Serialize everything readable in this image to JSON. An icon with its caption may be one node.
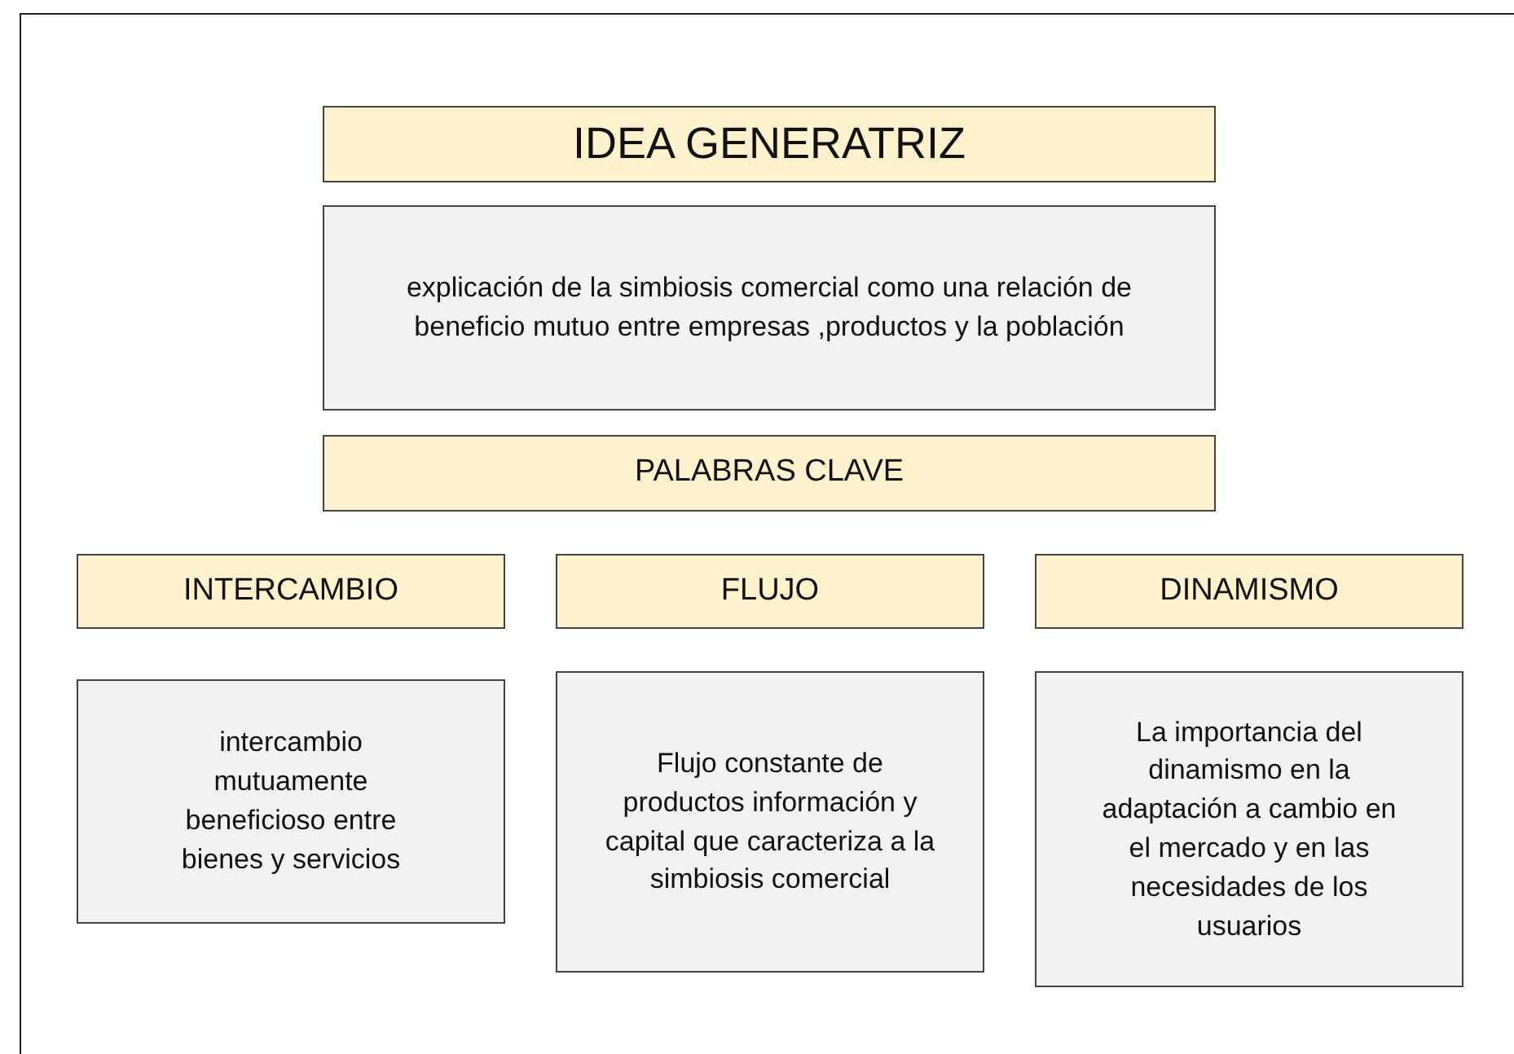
{
  "diagram": {
    "nodes": [
      {
        "text": [
          "IDEA GENERATRIZ"
        ]
      },
      {
        "text": [
          "explicación de la simbiosis comercial como una relación de beneficio mutuo entre empresas ,productos y la población"
        ]
      },
      {
        "text": [
          "PALABRAS CLAVE"
        ]
      },
      {
        "text": [
          "INTERCAMBIO"
        ]
      },
      {
        "text": [
          "FLUJO"
        ]
      },
      {
        "text": [
          "DINAMISMO"
        ]
      },
      {
        "text": [
          "intercambio mutuamente beneficioso entre bienes y servicios"
        ]
      },
      {
        "text": [
          "Flujo constante de productos información y capital que caracteriza a la simbiosis comercial"
        ]
      },
      {
        "text": [
          "La importancia del dinamismo en la adaptación a cambio en el mercado y en las necesidades de los usuarios"
        ]
      }
    ]
  }
}
